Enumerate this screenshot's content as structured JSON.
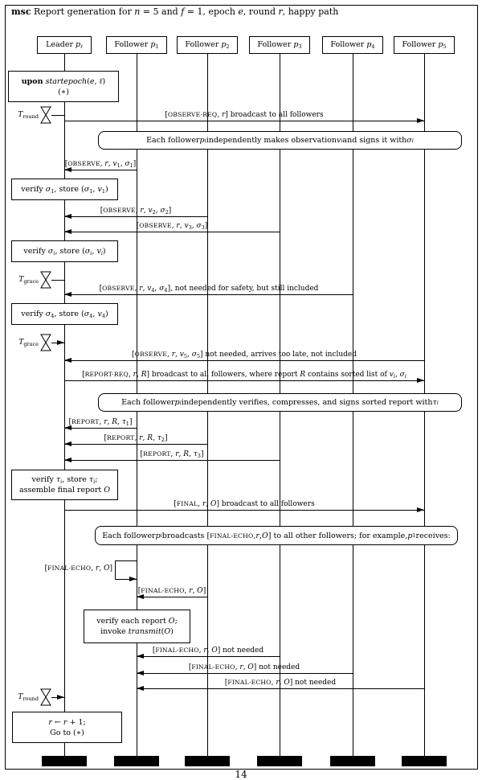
{
  "title": {
    "html": "<b>msc</b> Report generation for <i>n</i> = 5 and <i>f</i> = 1, epoch <i>e</i>, round <i>r</i>, happy path"
  },
  "participants": [
    {
      "label": "Leader <i>p</i><sub><i>&#8467;</i></sub>"
    },
    {
      "label": "Follower <i>p</i><sub>1</sub>"
    },
    {
      "label": "Follower <i>p</i><sub>2</sub>"
    },
    {
      "label": "Follower <i>p</i><sub>3</sub>"
    },
    {
      "label": "Follower <i>p</i><sub>4</sub>"
    },
    {
      "label": "Follower <i>p</i><sub>5</sub>"
    }
  ],
  "actions": {
    "upon": {
      "line1": "<b>upon</b> <i>startepoch</i>(<i>e</i>, <i>&#8467;</i>)",
      "line2": "(&#8727;)"
    },
    "verify1": {
      "line1": "verify <i>&#963;</i><sub>1</sub>, store (<i>&#963;</i><sub>1</sub>, <i>v</i><sub>1</sub>)"
    },
    "verify_i": {
      "line1": "verify <i>&#963;</i><sub><i>i</i></sub>, store (<i>&#963;</i><sub><i>i</i></sub>, <i>v</i><sub><i>i</i></sub>)"
    },
    "verify4": {
      "line1": "verify <i>&#963;</i><sub>4</sub>, store (<i>&#963;</i><sub>4</sub>, <i>v</i><sub>4</sub>)"
    },
    "verify_tau": {
      "line1": "verify <i>&#964;</i><sub><i>i</i></sub>, store <i>&#964;</i><sub><i>i</i></sub>;",
      "line2": "assemble final report <i>O</i>"
    },
    "verify_final": {
      "line1": "verify each report <i>O</i>;",
      "line2": "invoke <i>transmit</i>(<i>O</i>)"
    },
    "next_round": {
      "line1": "<i>r</i> &#8592; <i>r</i> + 1;",
      "line2": "Go to (&#8727;)"
    }
  },
  "notes": [
    {
      "label": "Each follower <i>p</i><sub><i>i</i></sub> independently makes observation <i>v</i><sub><i>i</i></sub> and signs it with <i>&#963;</i><sub><i>i</i></sub>"
    },
    {
      "label": "Each follower <i>p</i><sub><i>i</i></sub> independently verifies, compresses, and signs sorted report with <i>&#964;</i><sub><i>i</i></sub>"
    },
    {
      "label": "Each follower <i>p</i><sub><i>i</i></sub> broadcasts [<span class=\"sc\">FINAL-ECHO</span>, <i>r</i>, <i>O</i>] to all other followers; for example, <i>p</i><sub>1</sub> receives:"
    }
  ],
  "messages": [
    {
      "label": "[<span class=\"sc\">OBSERVE-REQ</span>, <i>r</i>] broadcast to all followers"
    },
    {
      "label": "[<span class=\"sc\">OBSERVE</span>, <i>r</i>, <i>v</i><sub>1</sub>, <i>&#963;</i><sub>1</sub>]"
    },
    {
      "label": "[<span class=\"sc\">OBSERVE</span>, <i>r</i>, <i>v</i><sub>2</sub>, <i>&#963;</i><sub>2</sub>]"
    },
    {
      "label": "[<span class=\"sc\">OBSERVE</span>, <i>r</i>, <i>v</i><sub>3</sub>, <i>&#963;</i><sub>3</sub>]"
    },
    {
      "label": "[<span class=\"sc\">OBSERVE</span>, <i>r</i>, <i>v</i><sub>4</sub>, <i>&#963;</i><sub>4</sub>], not needed for safety, but still included"
    },
    {
      "label": "[<span class=\"sc\">OBSERVE</span>, <i>r</i>, <i>v</i><sub>5</sub>, <i>&#963;</i><sub>5</sub>] not needed, arrives too late, not included"
    },
    {
      "label": "[<span class=\"sc\">REPORT-REQ</span>, <i>r</i>, <i>R</i>] broadcast to all followers, where report <i>R</i> contains sorted list of <i>v</i><sub><i>i</i></sub>, <i>&#963;</i><sub><i>i</i></sub>"
    },
    {
      "label": "[<span class=\"sc\">REPORT</span>, <i>r</i>, <i>R</i>, <i>&#964;</i><sub>1</sub>]"
    },
    {
      "label": "[<span class=\"sc\">REPORT</span>, <i>r</i>, <i>R</i>, <i>&#964;</i><sub>2</sub>]"
    },
    {
      "label": "[<span class=\"sc\">REPORT</span>, <i>r</i>, <i>R</i>, <i>&#964;</i><sub>3</sub>]"
    },
    {
      "label": "[<span class=\"sc\">FINAL</span>, <i>r</i>, <i>O</i>] broadcast to all followers"
    },
    {
      "label": "[<span class=\"sc\">FINAL-ECHO</span>, <i>r</i>, <i>O</i>]"
    },
    {
      "label": "[<span class=\"sc\">FINAL-ECHO</span>, <i>r</i>, <i>O</i>]"
    },
    {
      "label": "[<span class=\"sc\">FINAL-ECHO</span>, <i>r</i>, <i>O</i>] not needed"
    },
    {
      "label": "[<span class=\"sc\">FINAL-ECHO</span>, <i>r</i>, <i>O</i>] not needed"
    },
    {
      "label": "[<span class=\"sc\">FINAL-ECHO</span>, <i>r</i>, <i>O</i>] not needed"
    }
  ],
  "timers": [
    {
      "label": "<i>T</i><sub>round</sub>",
      "type": "set"
    },
    {
      "label": "<i>T</i><sub>grace</sub>",
      "type": "set"
    },
    {
      "label": "<i>T</i><sub>grace</sub>",
      "type": "timeout"
    },
    {
      "label": "<i>T</i><sub>round</sub>",
      "type": "timeout"
    }
  ],
  "page": {
    "number": "14"
  }
}
